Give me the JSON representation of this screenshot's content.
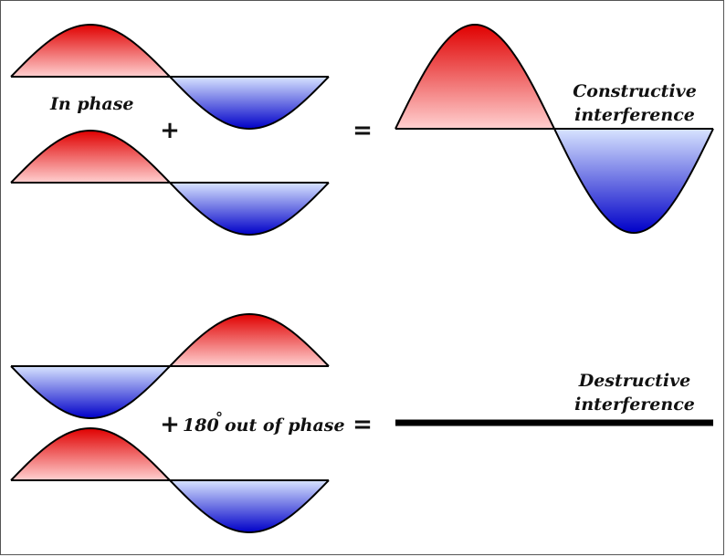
{
  "labels": {
    "in_phase": "In phase",
    "constructive_line1": "Constructive",
    "constructive_line2": "interference",
    "out_of_phase": "180",
    "out_of_phase_suffix": "out of phase",
    "destructive_line1": "Destructive",
    "destructive_line2": "interference"
  },
  "operators": {
    "plus": "+",
    "equals": "=",
    "degree": "°"
  },
  "colors": {
    "positive_lobe_dark": "#e00000",
    "positive_lobe_light": "#ffd0d0",
    "negative_lobe_dark": "#0000c8",
    "negative_lobe_light": "#d8e4ff",
    "stroke": "#000000"
  },
  "waves": [
    {
      "name": "wave-in-phase-1",
      "phase": "in-phase",
      "amplitude": 1
    },
    {
      "name": "wave-in-phase-2",
      "phase": "in-phase",
      "amplitude": 1
    },
    {
      "name": "wave-constructive-sum",
      "phase": "in-phase",
      "amplitude": 2
    },
    {
      "name": "wave-out-of-phase-1",
      "phase": "inverted",
      "amplitude": 1
    },
    {
      "name": "wave-out-of-phase-2",
      "phase": "in-phase",
      "amplitude": 1
    },
    {
      "name": "wave-destructive-sum",
      "phase": "flat",
      "amplitude": 0
    }
  ]
}
